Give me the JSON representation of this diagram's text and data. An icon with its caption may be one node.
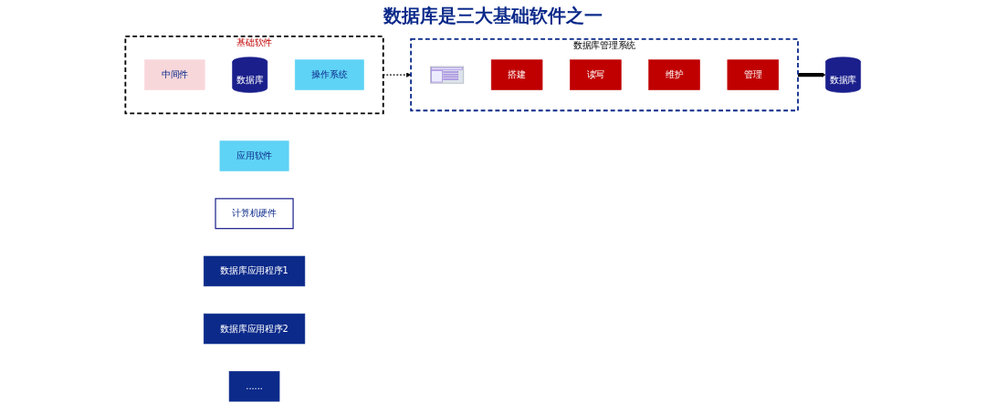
{
  "diagram": {
    "title": "数据库是三大基础软件之一",
    "nodes": [
      {
        "text": [
          "应用软件"
        ]
      },
      {
        "text": [
          "基础软件"
        ]
      },
      {
        "text": [
          "中间件"
        ],
        "in": 1
      },
      {
        "text": [
          "数据库"
        ],
        "in": 1
      },
      {
        "text": [
          "操作系统"
        ],
        "in": 1
      },
      {
        "text": [
          "计算机硬件"
        ]
      },
      {
        "text": [
          "数据库应用程序1"
        ]
      },
      {
        "text": [
          "数据库应用程序2"
        ]
      },
      {
        "text": [
          "......"
        ]
      },
      {
        "text": [
          "数据库管理系统"
        ]
      },
      {
        "text": [],
        "shape": "picture",
        "in": 9
      },
      {
        "text": [
          "搭建"
        ],
        "in": 9
      },
      {
        "text": [
          "读写"
        ],
        "in": 9
      },
      {
        "text": [
          "维护"
        ],
        "in": 9
      },
      {
        "text": [
          "管理"
        ],
        "in": 9
      },
      {
        "text": [
          "数据库"
        ]
      }
    ],
    "edges": [
      {
        "from": 1,
        "to": 9,
        "arrow": "to",
        "style": "dashed"
      },
      {
        "from": 9,
        "to": 15,
        "arrow": "to",
        "style": "thick"
      }
    ]
  }
}
